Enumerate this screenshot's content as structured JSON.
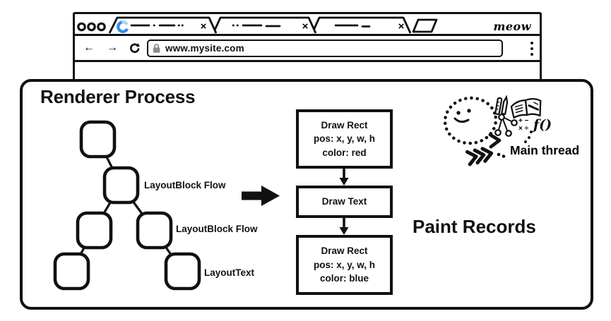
{
  "browser": {
    "brand": "meow",
    "window_controls": {
      "count": 3,
      "shape": "circle-outline"
    },
    "tabs": [
      {
        "title_scribble": "— · — ··",
        "close": "×",
        "loading": true,
        "favicon": "spinner-icon"
      },
      {
        "title_scribble": "·· — —",
        "close": "×",
        "loading": false,
        "favicon": "none"
      },
      {
        "title_scribble": "—— –",
        "close": "×",
        "loading": false,
        "favicon": "none"
      }
    ],
    "new_tab_button": "parallelogram",
    "nav": {
      "back": "←",
      "forward": "→",
      "reload_icon": "reload-circular-arrow",
      "lock_icon": "padlock",
      "url": "www.mysite.com",
      "menu_icon": "kebab-dots"
    }
  },
  "renderer": {
    "title": "Renderer Process",
    "layout_tree": {
      "node_count": 6,
      "labels": [
        "LayoutBlock Flow",
        "LayoutBlock Flow",
        "LayoutText"
      ]
    },
    "paint_records": {
      "heading": "Paint Records",
      "steps": [
        {
          "lines": [
            "Draw Rect",
            "pos: x, y, w, h",
            "color: red"
          ]
        },
        {
          "lines": [
            "Draw Text"
          ]
        },
        {
          "lines": [
            "Draw Rect",
            "pos: x, y, w, h",
            "color: blue"
          ]
        }
      ]
    },
    "main_thread": {
      "label": "Main thread",
      "doodles": {
        "math_top": "+ −",
        "math_bottom": "× ÷",
        "fn": "f()"
      }
    }
  },
  "colors": {
    "ink": "#111111",
    "spinner_blue": "#2e8fe8",
    "spinner_light": "#a5d9f5",
    "lock_gray": "#8d8d8d"
  }
}
